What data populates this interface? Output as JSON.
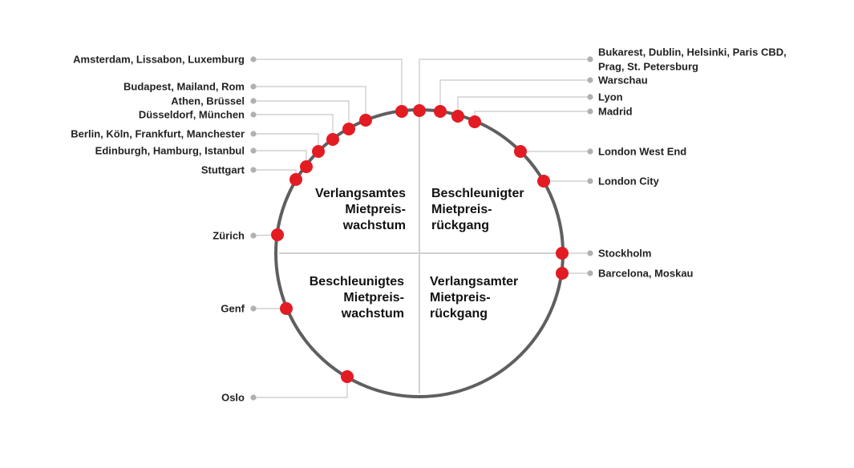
{
  "colors": {
    "circle": "#5f5f5f",
    "marker": "#e31b23",
    "leader": "#c8c8c8",
    "leader_dot": "#b0b0b0",
    "axis": "#d0d0d0",
    "text": "#222222"
  },
  "quadrants": {
    "top_left": [
      "Verlangsamtes",
      "Mietpreis-",
      "wachstum"
    ],
    "top_right": [
      "Beschleunigter",
      "Mietpreis-",
      "rückgang"
    ],
    "bottom_left": [
      "Beschleunigtes",
      "Mietpreis-",
      "wachstum"
    ],
    "bottom_right": [
      "Verlangsamter",
      "Mietpreis-",
      "rückgang"
    ]
  },
  "cities": [
    {
      "label": [
        "Amsterdam, Lissabon, Luxemburg"
      ],
      "side": "left"
    },
    {
      "label": [
        "Budapest, Mailand, Rom"
      ],
      "side": "left"
    },
    {
      "label": [
        "Athen, Brüssel"
      ],
      "side": "left"
    },
    {
      "label": [
        "Düsseldorf, München"
      ],
      "side": "left"
    },
    {
      "label": [
        "Berlin, Köln, Frankfurt, Manchester"
      ],
      "side": "left"
    },
    {
      "label": [
        "Edinburgh, Hamburg, Istanbul"
      ],
      "side": "left"
    },
    {
      "label": [
        "Stuttgart"
      ],
      "side": "left"
    },
    {
      "label": [
        "Zürich"
      ],
      "side": "left"
    },
    {
      "label": [
        "Genf"
      ],
      "side": "left"
    },
    {
      "label": [
        "Oslo"
      ],
      "side": "left"
    },
    {
      "label": [
        "Bukarest, Dublin, Helsinki, Paris CBD,",
        "Prag, St. Petersburg"
      ],
      "side": "right"
    },
    {
      "label": [
        "Warschau"
      ],
      "side": "right"
    },
    {
      "label": [
        "Lyon"
      ],
      "side": "right"
    },
    {
      "label": [
        "Madrid"
      ],
      "side": "right"
    },
    {
      "label": [
        "London West End"
      ],
      "side": "right"
    },
    {
      "label": [
        "London City"
      ],
      "side": "right"
    },
    {
      "label": [
        "Stockholm"
      ],
      "side": "right"
    },
    {
      "label": [
        "Barcelona, Moskau"
      ],
      "side": "right"
    }
  ]
}
